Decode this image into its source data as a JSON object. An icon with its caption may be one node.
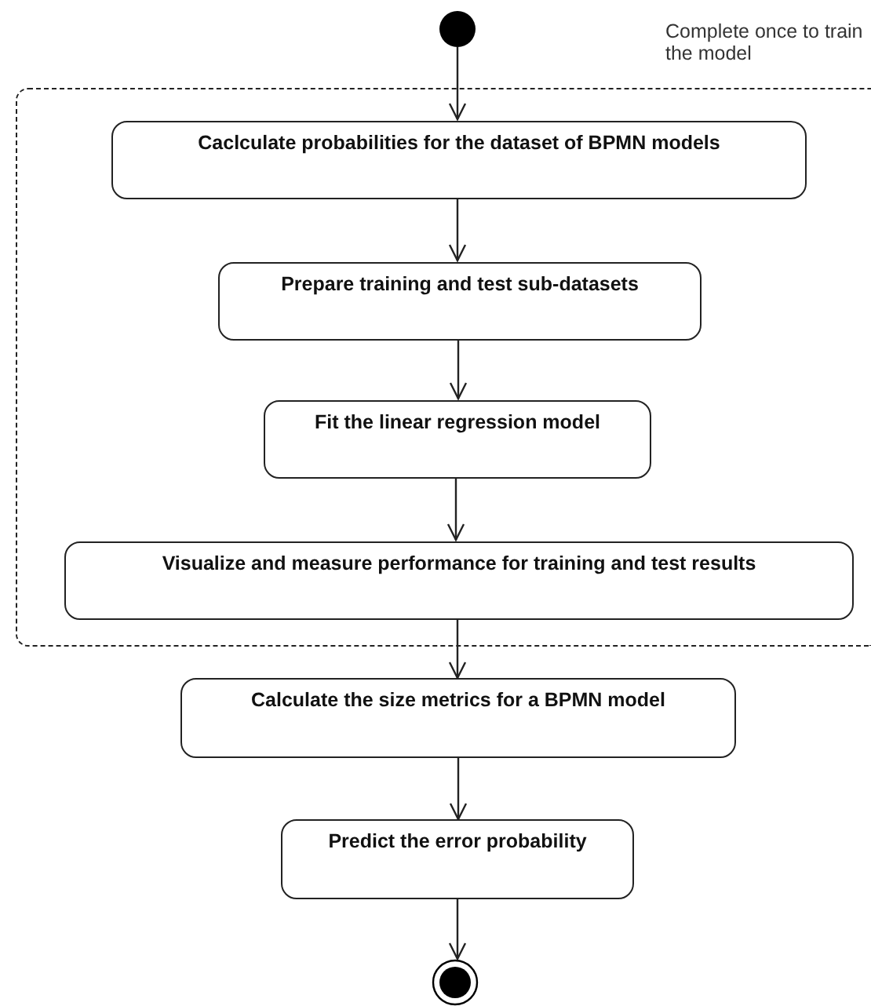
{
  "diagram": {
    "nodes": [
      {
        "text": [],
        "shape": "circle"
      },
      {
        "text": [
          "Complete once to train the model"
        ]
      },
      {
        "text": [
          "Caclculate probabilities for the dataset of BPMN models"
        ],
        "in": 1
      },
      {
        "text": [
          "Prepare training and test sub-datasets"
        ],
        "in": 1
      },
      {
        "text": [
          "Fit the linear regression model"
        ],
        "in": 1
      },
      {
        "text": [
          "Visualize and measure performance for training and test results"
        ],
        "in": 1
      },
      {
        "text": [
          "Calculate the size metrics for a BPMN model"
        ]
      },
      {
        "text": [
          "Predict the error probability"
        ]
      },
      {
        "text": [],
        "shape": "circle"
      }
    ],
    "edges": [
      {
        "from": 0,
        "to": 2,
        "arrow": "to"
      },
      {
        "from": 2,
        "to": 3,
        "arrow": "to"
      },
      {
        "from": 3,
        "to": 4,
        "arrow": "to"
      },
      {
        "from": 4,
        "to": 5,
        "arrow": "to"
      },
      {
        "from": 5,
        "to": 6,
        "arrow": "to"
      },
      {
        "from": 6,
        "to": 7,
        "arrow": "to"
      },
      {
        "from": 7,
        "to": 8,
        "arrow": "to"
      }
    ]
  }
}
